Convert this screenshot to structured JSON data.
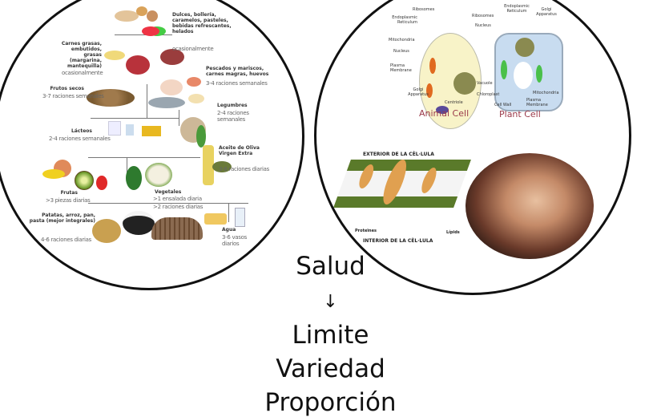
{
  "food_pyramid": {
    "groups": [
      {
        "name": "Dulces, bollería, caramelos, pasteles, bebidas refrescantes, helados",
        "servings": "ocasionalmente"
      },
      {
        "name": "Carnes grasas, embutidos, grasas (margarina, mantequilla)",
        "servings": "ocasionalmente"
      },
      {
        "name": "Pescados y mariscos, carnes magras, huevos",
        "servings": "3-4 raciones semanales"
      },
      {
        "name": "Frutos secos",
        "servings": "3-7 raciones semanales"
      },
      {
        "name": "Legumbres",
        "servings": "2-4 raciones semanales"
      },
      {
        "name": "Lácteos",
        "servings": "2-4 raciones semanales"
      },
      {
        "name": "Aceite de Oliva Virgen Extra",
        "servings": "3-6 raciones diarias"
      },
      {
        "name": "Frutas",
        "servings": ">3 piezas diarias"
      },
      {
        "name": "Vegetales",
        "servings": ">1 ensalada diaria",
        "servings2": ">2 raciones diarias"
      },
      {
        "name": "Patatas, arroz, pan, pasta (mejor integrales)",
        "servings": "4-6 raciones diarias"
      },
      {
        "name": "Agua",
        "servings": "3-6 vasos diarios"
      }
    ]
  },
  "cells": {
    "animal": {
      "title": "Animal Cell",
      "labels": [
        "Ribosomes",
        "Endoplasmic Reticulum",
        "Mitochondria",
        "Nucleus",
        "Plasma Membrane",
        "Golgi Apparatus",
        "Centriole"
      ]
    },
    "plant": {
      "title": "Plant Cell",
      "labels": [
        "Ribosomes",
        "Endoplasmic Reticulum",
        "Golgi Apparatus",
        "Nucleus",
        "Vacuole",
        "Chloroplast",
        "Cell Wall",
        "Plasma Membrane",
        "Mitochondria"
      ]
    },
    "title_color": "#9b3a4a"
  },
  "membrane": {
    "top": "EXTERIOR DE LA CÈL·LULA",
    "bottom": "INTERIOR DE LA CÈL·LULA",
    "proteins": "Proteïnes",
    "lipids": "Lípids"
  },
  "slide_text": {
    "heading": "Salud",
    "arrow": "↓",
    "items": [
      "Limite",
      "Variedad",
      "Proporción"
    ]
  }
}
